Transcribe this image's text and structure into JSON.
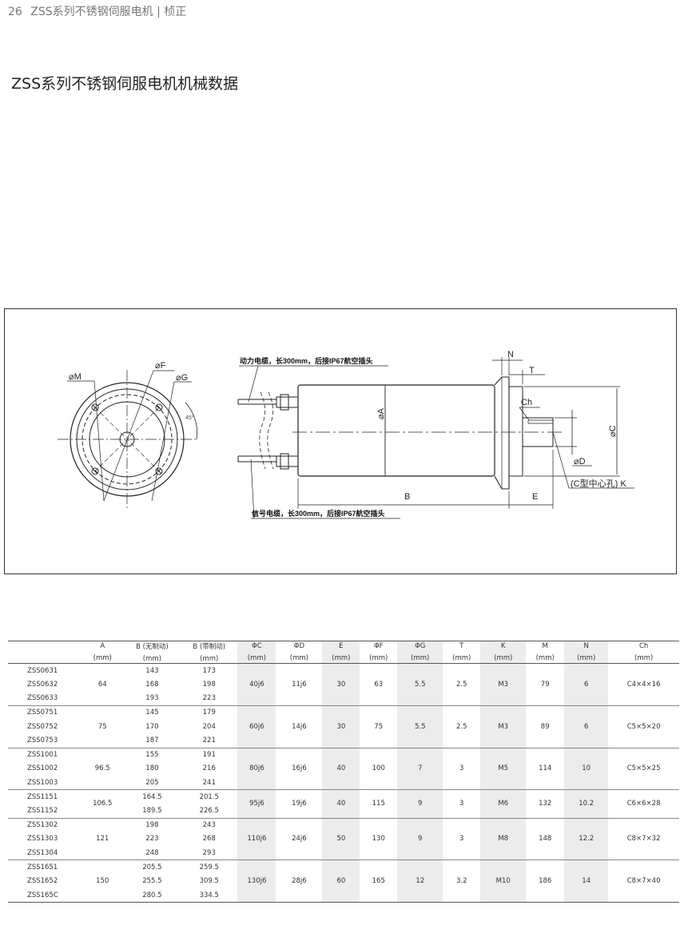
{
  "header": {
    "page_number": "26",
    "text": "ZSS系列不锈钢伺服电机 | 桢正"
  },
  "title": "ZSS系列不锈钢伺服电机机械数据",
  "drawing": {
    "labels": {
      "phi_m": "⌀M",
      "phi_f": "⌀F",
      "phi_g": "⌀G",
      "angle": "45°",
      "power_cable": "动力电缆，长300mm，后接IP67航空插头",
      "signal_cable": "信号电缆，长300mm，后接IP67航空插头",
      "phi_a": "⌀A",
      "n": "N",
      "t": "T",
      "ch": "Ch",
      "phi_c": "⌀C",
      "phi_d": "⌀D",
      "center_hole": "(C型中心孔) K",
      "b": "B",
      "e": "E"
    }
  },
  "table": {
    "columns": [
      {
        "name": "",
        "unit": ""
      },
      {
        "name": "A",
        "unit": "(mm)"
      },
      {
        "name": "B (无制动)",
        "unit": "(mm)"
      },
      {
        "name": "B (带制动)",
        "unit": "(mm)"
      },
      {
        "name": "ΦC",
        "unit": "(mm)"
      },
      {
        "name": "ΦD",
        "unit": "(mm)"
      },
      {
        "name": "E",
        "unit": "(mm)"
      },
      {
        "name": "ΦF",
        "unit": "(mm)"
      },
      {
        "name": "ΦG",
        "unit": "(mm)"
      },
      {
        "name": "T",
        "unit": "(mm)"
      },
      {
        "name": "K",
        "unit": "(mm)"
      },
      {
        "name": "M",
        "unit": "(mm)"
      },
      {
        "name": "N",
        "unit": "(mm)"
      },
      {
        "name": "Ch",
        "unit": "(mm)"
      }
    ],
    "groups": [
      {
        "models": [
          "ZSS0631",
          "ZSS0632",
          "ZSS0633"
        ],
        "a": "64",
        "b_no_brake": [
          "143",
          "168",
          "193"
        ],
        "b_brake": [
          "173",
          "198",
          "223"
        ],
        "c": "40j6",
        "d": "11j6",
        "e": "30",
        "f": "63",
        "g": "5.5",
        "t": "2.5",
        "k": "M3",
        "m": "79",
        "n": "6",
        "ch": "C4×4×16"
      },
      {
        "models": [
          "ZSS0751",
          "ZSS0752",
          "ZSS0753"
        ],
        "a": "75",
        "b_no_brake": [
          "145",
          "170",
          "187"
        ],
        "b_brake": [
          "179",
          "204",
          "221"
        ],
        "c": "60j6",
        "d": "14j6",
        "e": "30",
        "f": "75",
        "g": "5.5",
        "t": "2.5",
        "k": "M3",
        "m": "89",
        "n": "6",
        "ch": "C5×5×20"
      },
      {
        "models": [
          "ZSS1001",
          "ZSS1002",
          "ZSS1003"
        ],
        "a": "96.5",
        "b_no_brake": [
          "155",
          "180",
          "205"
        ],
        "b_brake": [
          "191",
          "216",
          "241"
        ],
        "c": "80j6",
        "d": "16j6",
        "e": "40",
        "f": "100",
        "g": "7",
        "t": "3",
        "k": "M5",
        "m": "114",
        "n": "10",
        "ch": "C5×5×25"
      },
      {
        "models": [
          "ZSS1151",
          "ZSS1152"
        ],
        "a": "106.5",
        "b_no_brake": [
          "164.5",
          "189.5"
        ],
        "b_brake": [
          "201.5",
          "226.5"
        ],
        "c": "95j6",
        "d": "19j6",
        "e": "40",
        "f": "115",
        "g": "9",
        "t": "3",
        "k": "M6",
        "m": "132",
        "n": "10.2",
        "ch": "C6×6×28"
      },
      {
        "models": [
          "ZSS1302",
          "ZSS1303",
          "ZSS1304"
        ],
        "a": "121",
        "b_no_brake": [
          "198",
          "223",
          "248"
        ],
        "b_brake": [
          "243",
          "268",
          "293"
        ],
        "c": "110j6",
        "d": "24j6",
        "e": "50",
        "f": "130",
        "g": "9",
        "t": "3",
        "k": "M8",
        "m": "148",
        "n": "12.2",
        "ch": "C8×7×32"
      },
      {
        "models": [
          "ZSS1651",
          "ZSS1652",
          "ZSS165C"
        ],
        "a": "150",
        "b_no_brake": [
          "205.5",
          "255.5",
          "280.5"
        ],
        "b_brake": [
          "259.5",
          "309.5",
          "334.5"
        ],
        "c": "130j6",
        "d": "28j6",
        "e": "60",
        "f": "165",
        "g": "12",
        "t": "3.2",
        "k": "M10",
        "m": "186",
        "n": "14",
        "ch": "C8×7×40"
      }
    ]
  }
}
